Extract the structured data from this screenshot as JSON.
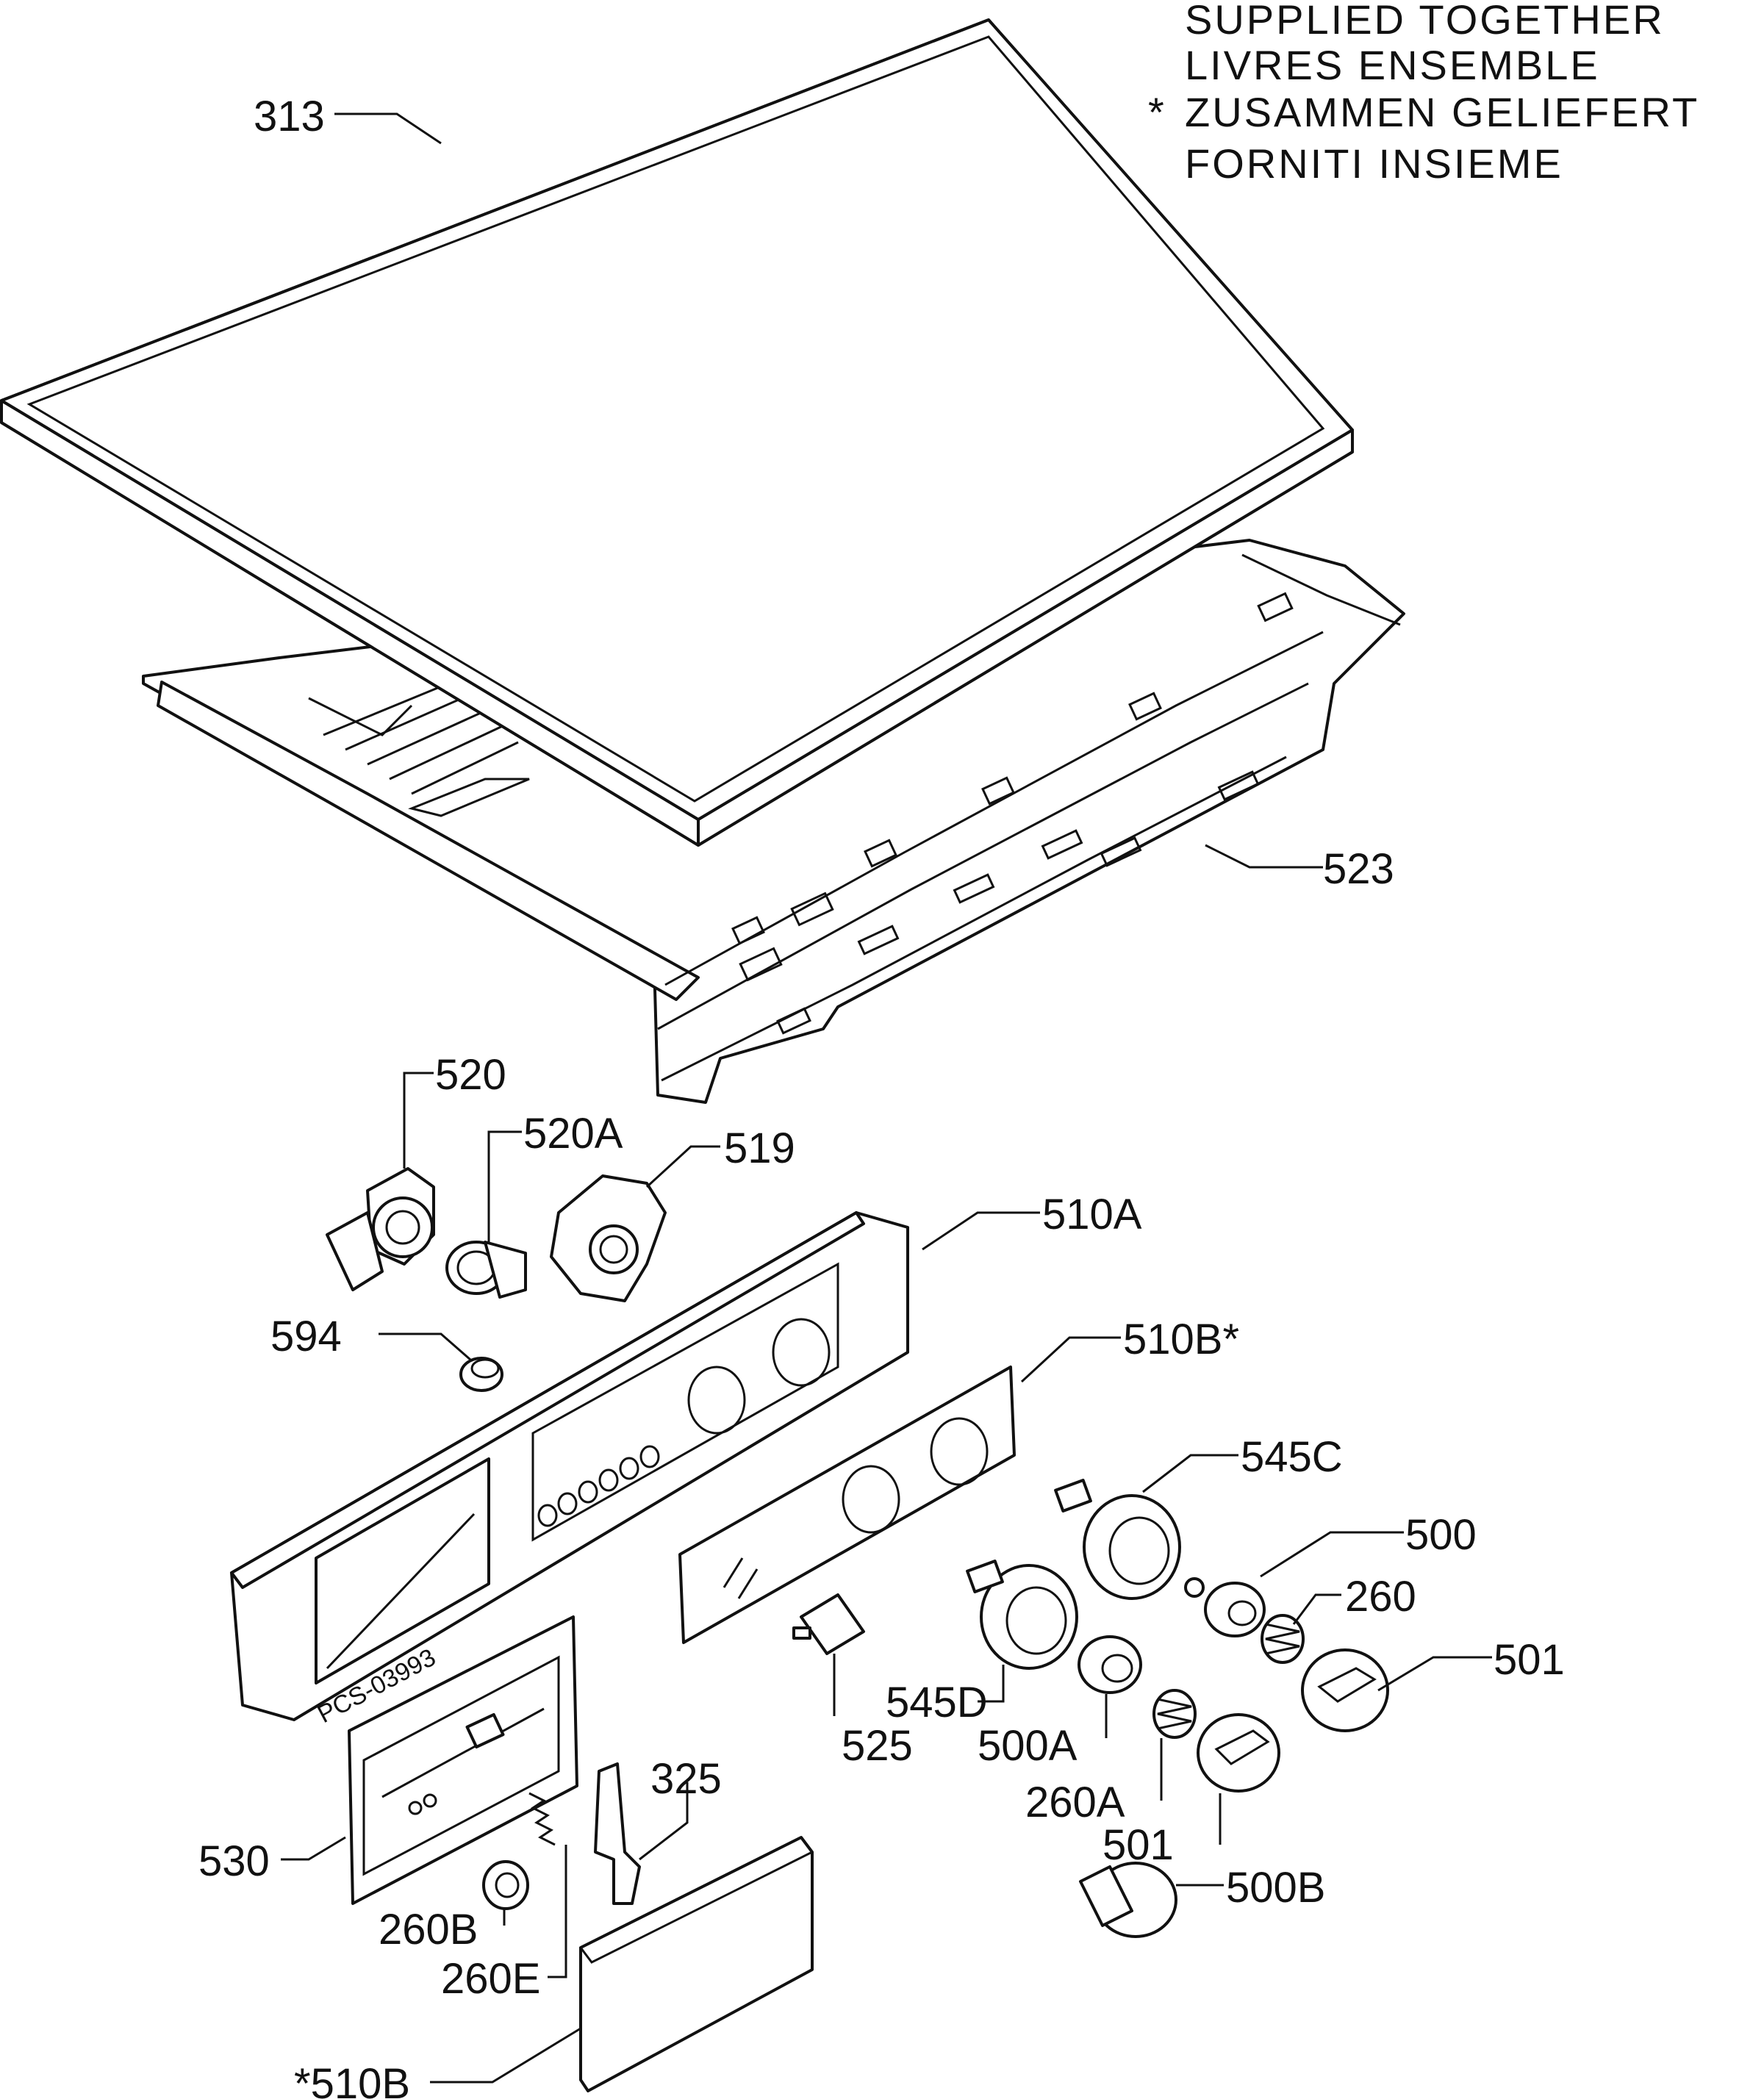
{
  "note": {
    "asterisk": "*",
    "lines": [
      "SUPPLIED TOGETHER",
      "LIVRES ENSEMBLE",
      "ZUSAMMEN GELIEFERT",
      "FORNITI INSIEME"
    ]
  },
  "callouts": {
    "c313": "313",
    "c523": "523",
    "c520": "520",
    "c520A": "520A",
    "c519": "519",
    "c510A": "510A",
    "c594": "594",
    "c510B_top": "510B*",
    "c545C": "545C",
    "c500": "500",
    "c260": "260",
    "c501_right": "501",
    "c545D": "545D",
    "c525": "525",
    "c500A": "500A",
    "c260A": "260A",
    "c501_bottom": "501",
    "c500B": "500B",
    "c325": "325",
    "c530": "530",
    "c260B": "260B",
    "c260E": "260E",
    "c510B_bottom": "*510B"
  },
  "panel_marking": "PCS-03993"
}
